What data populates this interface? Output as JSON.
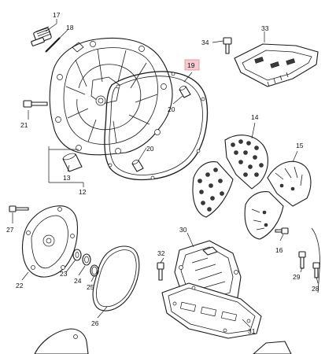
{
  "diagram": {
    "callouts": [
      {
        "id": "c17",
        "text": "17"
      },
      {
        "id": "c18",
        "text": "18"
      },
      {
        "id": "c19",
        "text": "19"
      },
      {
        "id": "c20a",
        "text": "20"
      },
      {
        "id": "c20b",
        "text": "20"
      },
      {
        "id": "c21",
        "text": "21"
      },
      {
        "id": "c13",
        "text": "13"
      },
      {
        "id": "c12",
        "text": "12"
      },
      {
        "id": "c14",
        "text": "14"
      },
      {
        "id": "c15",
        "text": "15"
      },
      {
        "id": "c16",
        "text": "16"
      },
      {
        "id": "c33",
        "text": "33"
      },
      {
        "id": "c34",
        "text": "34"
      },
      {
        "id": "c27",
        "text": "27"
      },
      {
        "id": "c22",
        "text": "22"
      },
      {
        "id": "c23",
        "text": "23"
      },
      {
        "id": "c24",
        "text": "24"
      },
      {
        "id": "c25",
        "text": "25"
      },
      {
        "id": "c26",
        "text": "26"
      },
      {
        "id": "c30",
        "text": "30"
      },
      {
        "id": "c32",
        "text": "32"
      },
      {
        "id": "c31",
        "text": "31"
      },
      {
        "id": "c28",
        "text": "28"
      },
      {
        "id": "c29",
        "text": "29"
      }
    ],
    "highlight_color": "#f6c8cf",
    "line_color": "#1a1a1a"
  }
}
